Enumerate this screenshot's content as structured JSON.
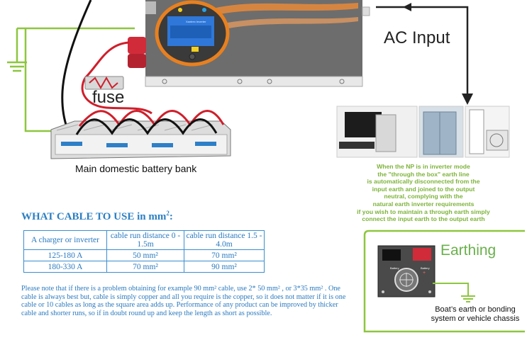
{
  "labels": {
    "ac_input": "AC Input",
    "fuse": "fuse",
    "battery_bank": "Main domestic battery bank",
    "earthing": "Earthing",
    "boat_earth": "Boat’s earth or bonding system or vehicle chassis"
  },
  "earth_note": [
    "When the NP is in inverter mode",
    "the  \"through the box\" earth line",
    "is automatically disconnected from the",
    "input earth and joined to the output",
    "neutral, complying with the",
    "natural earth inverter requirements",
    "if you wish to maintain a through earth simply",
    "connect the input earth to the output earth"
  ],
  "cable_section": {
    "title": "WHAT CABLE TO USE in mm",
    "title_sup": "2",
    "title_suffix": ":",
    "table": {
      "headers": [
        "A charger or inverter",
        "cable run distance 0 - 1.5m",
        "cable run distance 1.5 - 4.0m"
      ],
      "rows": [
        [
          "125-180 A",
          "50 mm²",
          "70 mm²"
        ],
        [
          "180-330 A",
          "70 mm²",
          "90 mm²"
        ]
      ]
    },
    "note": "Please note that if there is a problem obtaining for example 90 mm² cable, use 2* 50 mm² , or 3*35 mm² . One cable is always best but,  cable is simply copper and all you require is the copper, so it does not matter if it is one cable or 10 cables as long as the square area adds up. Performance of any product can be improved by thicker cable and shorter runs, so if in doubt round up and keep the length as short as possible."
  },
  "colors": {
    "earth_green": "#8dc63f",
    "title_blue": "#2b7fc2",
    "cable_red": "#d0202a",
    "cable_black": "#111111",
    "inverter_grey": "#6a6a6a"
  }
}
